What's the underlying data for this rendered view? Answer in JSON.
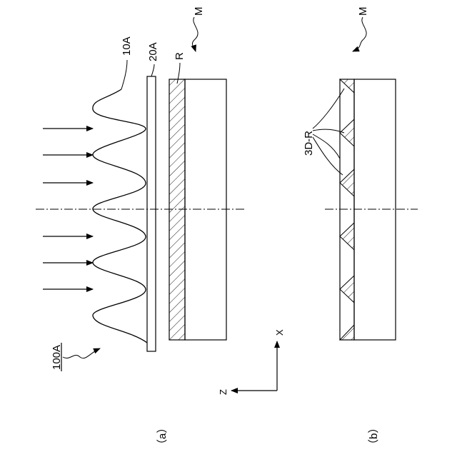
{
  "figure": {
    "labels": {
      "lens_profile": "10A",
      "mask_plate": "20A",
      "resist": "R",
      "member_a": "M",
      "member_b": "M",
      "device": "100A",
      "resist_3d": "3D-R",
      "axis_x": "X",
      "axis_z": "Z",
      "panel_a": "（a）",
      "panel_b": "（b）"
    }
  }
}
